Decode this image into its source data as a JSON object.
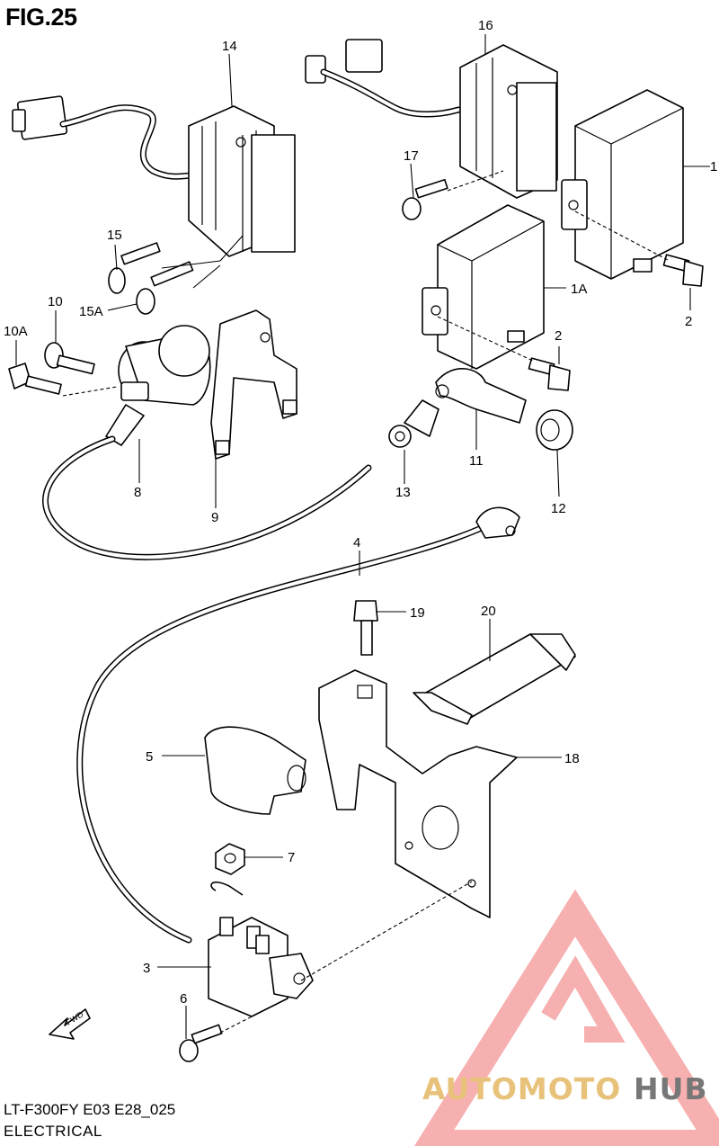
{
  "figure": {
    "title": "FIG.25"
  },
  "footer": {
    "model_code": "LT-F300FY E03 E28_025",
    "section": "ELECTRICAL"
  },
  "fwd_label": "FWD",
  "watermark": {
    "part1": "AUTOMOTO",
    "part2": "HUB",
    "color_primary": "#f07070",
    "color_secondary": "#e8c27a",
    "color_hub": "#777777"
  },
  "parts": {
    "p1": "1",
    "p1A": "1A",
    "p2a": "2",
    "p2b": "2",
    "p3": "3",
    "p4": "4",
    "p5": "5",
    "p6": "6",
    "p7": "7",
    "p8": "8",
    "p9": "9",
    "p10": "10",
    "p10A": "10A",
    "p11": "11",
    "p12": "12",
    "p13": "13",
    "p14": "14",
    "p15": "15",
    "p15A": "15A",
    "p16": "16",
    "p17": "17",
    "p18": "18",
    "p19": "19",
    "p20": "20"
  }
}
